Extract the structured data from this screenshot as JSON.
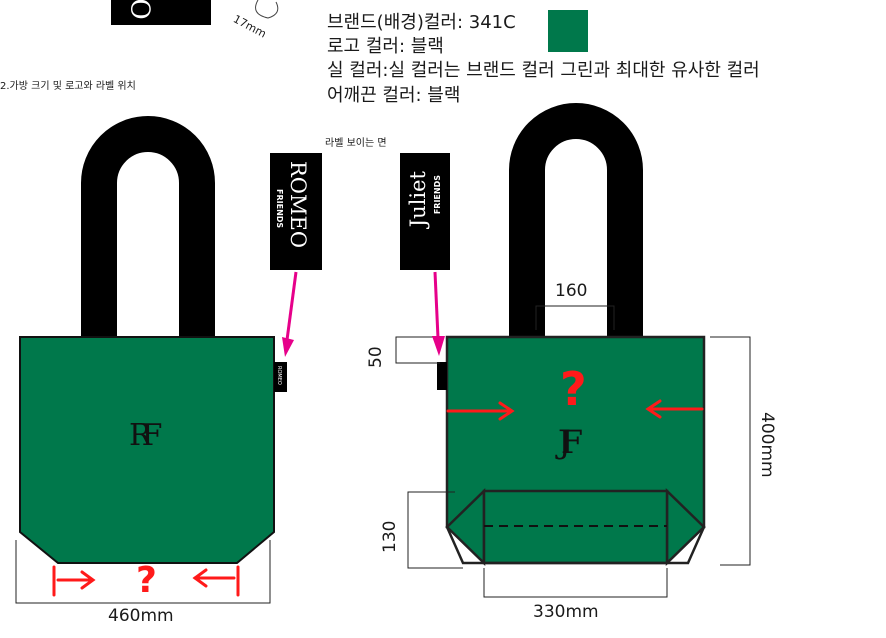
{
  "header": {
    "top_logo_char": "O",
    "top_dim": "17mm"
  },
  "specs": {
    "brand_color": "브랜드(배경)컬러: 341C",
    "logo_color": "로고 컬러: 블랙",
    "thread_color": "실 컬러:실 컬러는 브랜드 컬러 그린과 최대한 유사한 컬러",
    "strap_color": "어깨끈 컬러: 블랙",
    "swatch_hex": "#00784b"
  },
  "captions": {
    "left_section": "2.가방 크기 및 로고와 라벨 위치",
    "label_side": "라벨 보이는 면"
  },
  "labels": {
    "romeo_main": "ROMEO",
    "romeo_sub": "FRIENDS",
    "juliet_main": "Juliet",
    "juliet_sub": "FRIENDS",
    "mini_label": "ROMEO"
  },
  "logos": {
    "left_logo": "RF",
    "right_logo": "JF"
  },
  "dimensions": {
    "left_width": "460mm",
    "handle_gap": "160",
    "label_offset": "50",
    "height": "400mm",
    "bottom_depth": "130",
    "bottom_width": "330mm"
  },
  "annotations": {
    "question_mark": "?"
  },
  "colors": {
    "bag_green": "#00784b",
    "strap": "#000000",
    "pointer": "#e6008a",
    "markup_red": "#ff1a1a"
  }
}
